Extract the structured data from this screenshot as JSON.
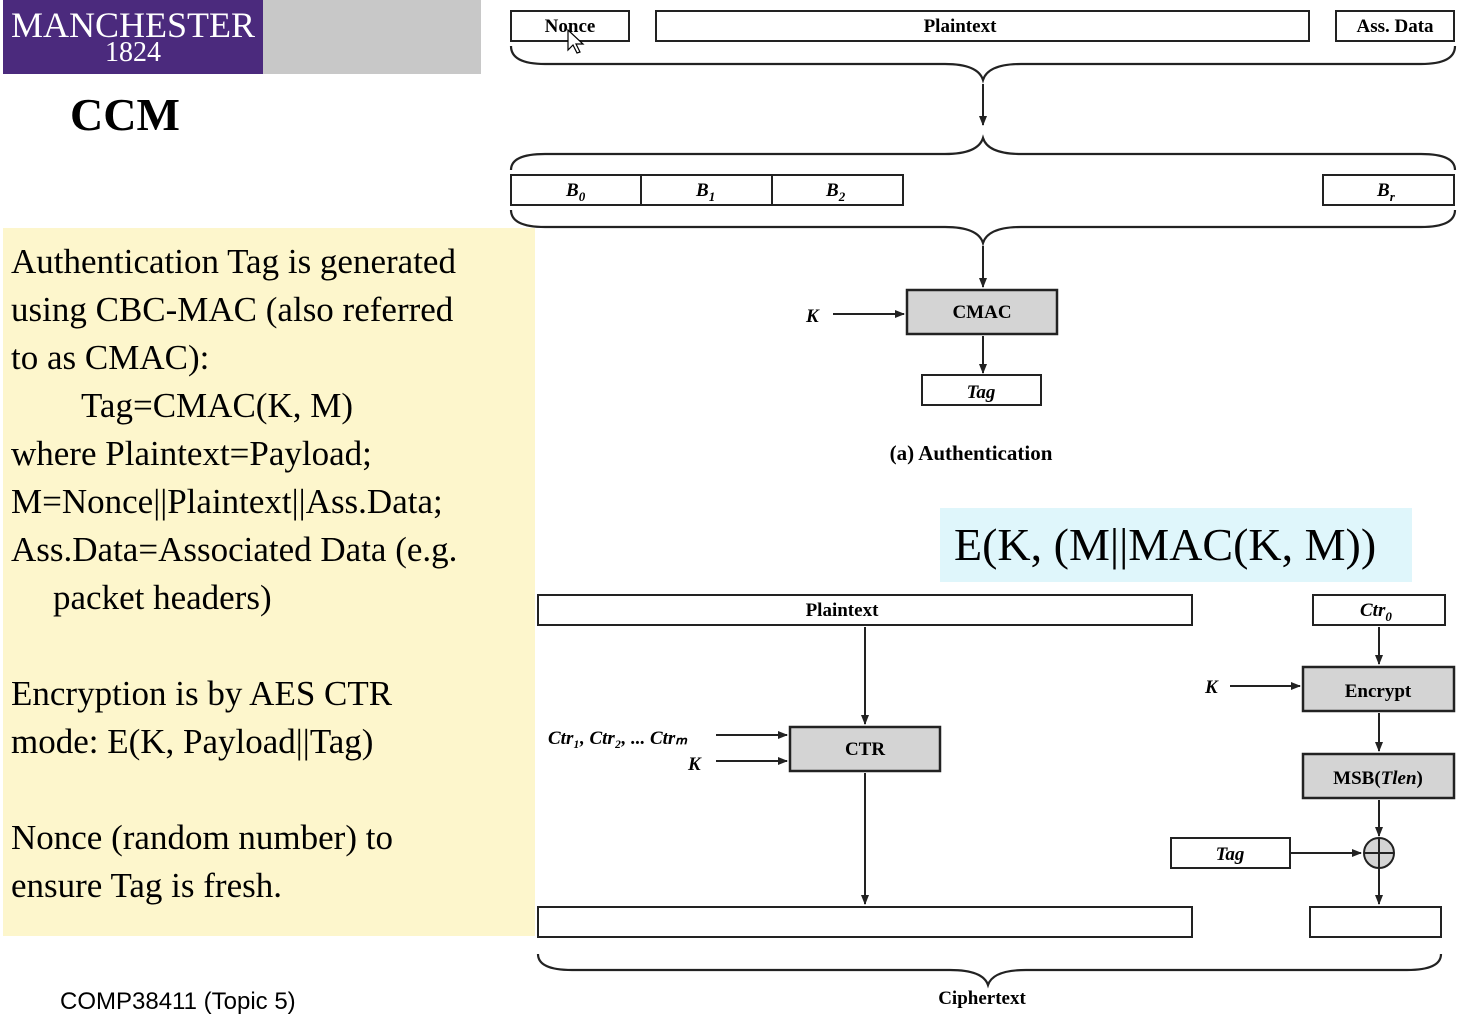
{
  "header": {
    "logo_line1": "MANCHESTER",
    "logo_line2": "1824",
    "title": "CCM"
  },
  "panel": {
    "lines": [
      "Authentication Tag is generated",
      "using CBC-MAC (also referred",
      "to as CMAC):",
      "Tag=CMAC(K, M)",
      "where Plaintext=Payload;",
      "M=Nonce||Plaintext||Ass.Data;",
      "Ass.Data=Associated Data (e.g.",
      "packet headers)",
      "Encryption is by AES CTR",
      "mode: E(K, Payload||Tag)",
      "Nonce (random number) to",
      "ensure Tag is fresh."
    ]
  },
  "formula": "E(K, (M||MAC(K, M))",
  "footer": "COMP38411 (Topic 5)",
  "auth": {
    "nonce": "Nonce",
    "plaintext": "Plaintext",
    "ass_data": "Ass. Data",
    "b0": "B",
    "b0_sub": "0",
    "b1": "B",
    "b1_sub": "1",
    "b2": "B",
    "b2_sub": "2",
    "br": "B",
    "br_sub": "r",
    "key": "K",
    "cmac": "CMAC",
    "tag": "Tag",
    "caption": "(a) Authentication"
  },
  "enc": {
    "plaintext": "Plaintext",
    "ctr0": "Ctr",
    "ctr0_sub": "0",
    "key_right": "K",
    "encrypt": "Encrypt",
    "msb": "MSB(",
    "msb_italic": "Tlen",
    "msb_close": ")",
    "ctr_inputs": "Ctr₁, Ctr₂, ... Ctrₘ",
    "key_left": "K",
    "ctr": "CTR",
    "tag": "Tag",
    "ciphertext": "Ciphertext"
  },
  "colors": {
    "logo_purple": "#4b2a7d",
    "panel_yellow": "#fdf6cc",
    "formula_cyan": "#dff6fb",
    "function_gray": "#d4d4d4"
  }
}
